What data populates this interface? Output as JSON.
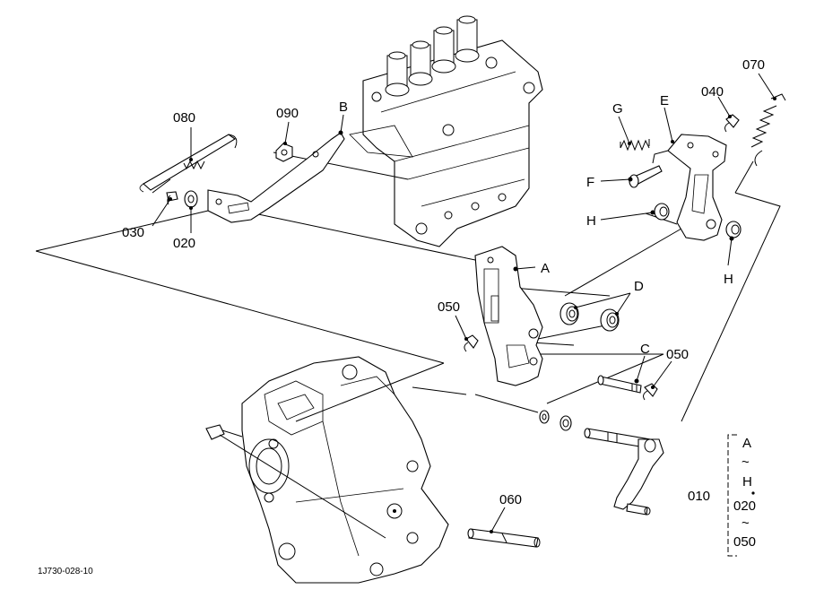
{
  "figure_code": "1J730-028-10",
  "labels": {
    "p080": "080",
    "p090": "090",
    "pB": "B",
    "p030": "030",
    "p020": "020",
    "pG": "G",
    "pE": "E",
    "p040": "040",
    "p070": "070",
    "pF": "F",
    "pH1": "H",
    "pH2": "H",
    "pA": "A",
    "pD": "D",
    "p050a": "050",
    "pC": "C",
    "p050b": "050",
    "p060": "060"
  },
  "set": {
    "number": "010",
    "line1": "A",
    "line2": "~",
    "line3": "H",
    "line4": "020",
    "line5": "~",
    "line6": "050"
  }
}
